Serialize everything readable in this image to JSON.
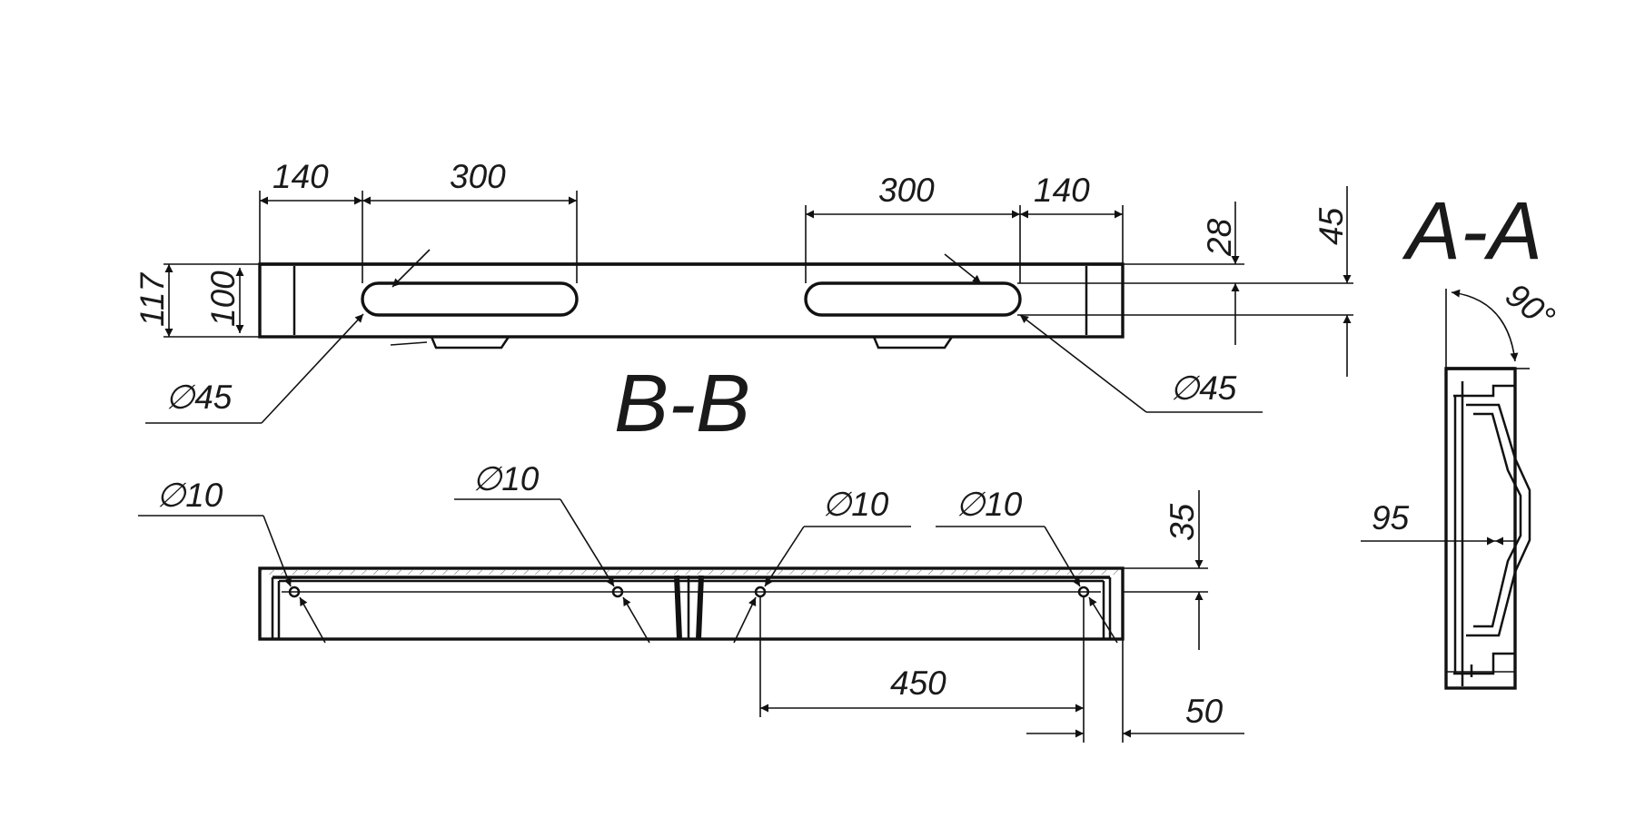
{
  "labels": {
    "section_bb": "B-B",
    "section_aa": "A-A",
    "angle": "90°",
    "dim_140_left": "140",
    "dim_300_left": "300",
    "dim_300_right": "300",
    "dim_140_right": "140",
    "dim_117": "117",
    "dim_100": "100",
    "dim_28": "28",
    "dim_45": "45",
    "dia_45_left": "∅45",
    "dia_45_right": "∅45",
    "dia_10_1": "∅10",
    "dia_10_2": "∅10",
    "dia_10_3": "∅10",
    "dia_10_4": "∅10",
    "dim_35": "35",
    "dim_450": "450",
    "dim_50": "50",
    "dim_95": "95"
  },
  "colors": {
    "ink": "#111111",
    "background": "#ffffff"
  }
}
